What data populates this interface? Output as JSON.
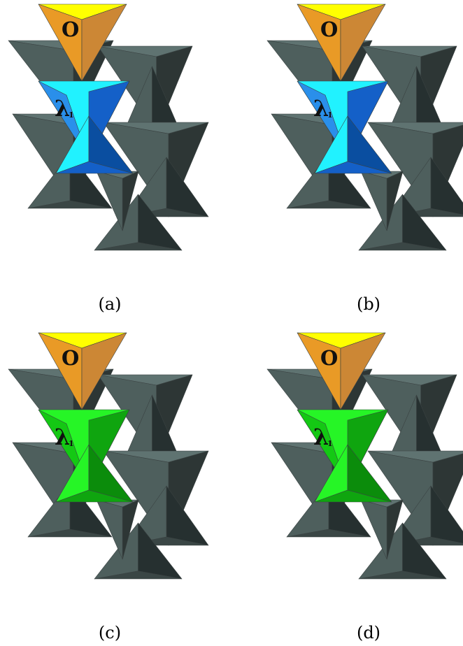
{
  "panels": [
    {
      "id": "a",
      "caption": "(a)",
      "top_label": "O",
      "mid_label": "λ",
      "mid_subscript": "1",
      "palette": {
        "light": "#21F2FF",
        "mid": "#2A8FEA",
        "dark": "#1460C8",
        "deep": "#0A4EA0"
      }
    },
    {
      "id": "b",
      "caption": "(b)",
      "top_label": "O",
      "mid_label": "λ",
      "mid_subscript": "1",
      "palette": {
        "light": "#21F2FF",
        "mid": "#2A8FEA",
        "dark": "#1460C8",
        "deep": "#0A4EA0"
      }
    },
    {
      "id": "c",
      "caption": "(c)",
      "top_label": "O",
      "mid_label": "λ",
      "mid_subscript": "1",
      "palette": {
        "light": "#26F526",
        "mid": "#14C814",
        "dark": "#0FA50F",
        "deep": "#0B8C0B"
      }
    },
    {
      "id": "d",
      "caption": "(d)",
      "top_label": "O",
      "mid_label": "λ",
      "mid_subscript": "1",
      "palette": {
        "light": "#26F526",
        "mid": "#14C814",
        "dark": "#0FA50F",
        "deep": "#0B8C0B"
      }
    }
  ],
  "colors": {
    "top_face": "#FFFF00",
    "top_left": "#E99A26",
    "top_right": "#CC8735",
    "grey_top": "#5F7371",
    "grey_left": "#4E5F5D",
    "grey_right": "#2D3635",
    "grey_bottom_left": "#3A4645",
    "grey_bottom_right": "#263030"
  }
}
